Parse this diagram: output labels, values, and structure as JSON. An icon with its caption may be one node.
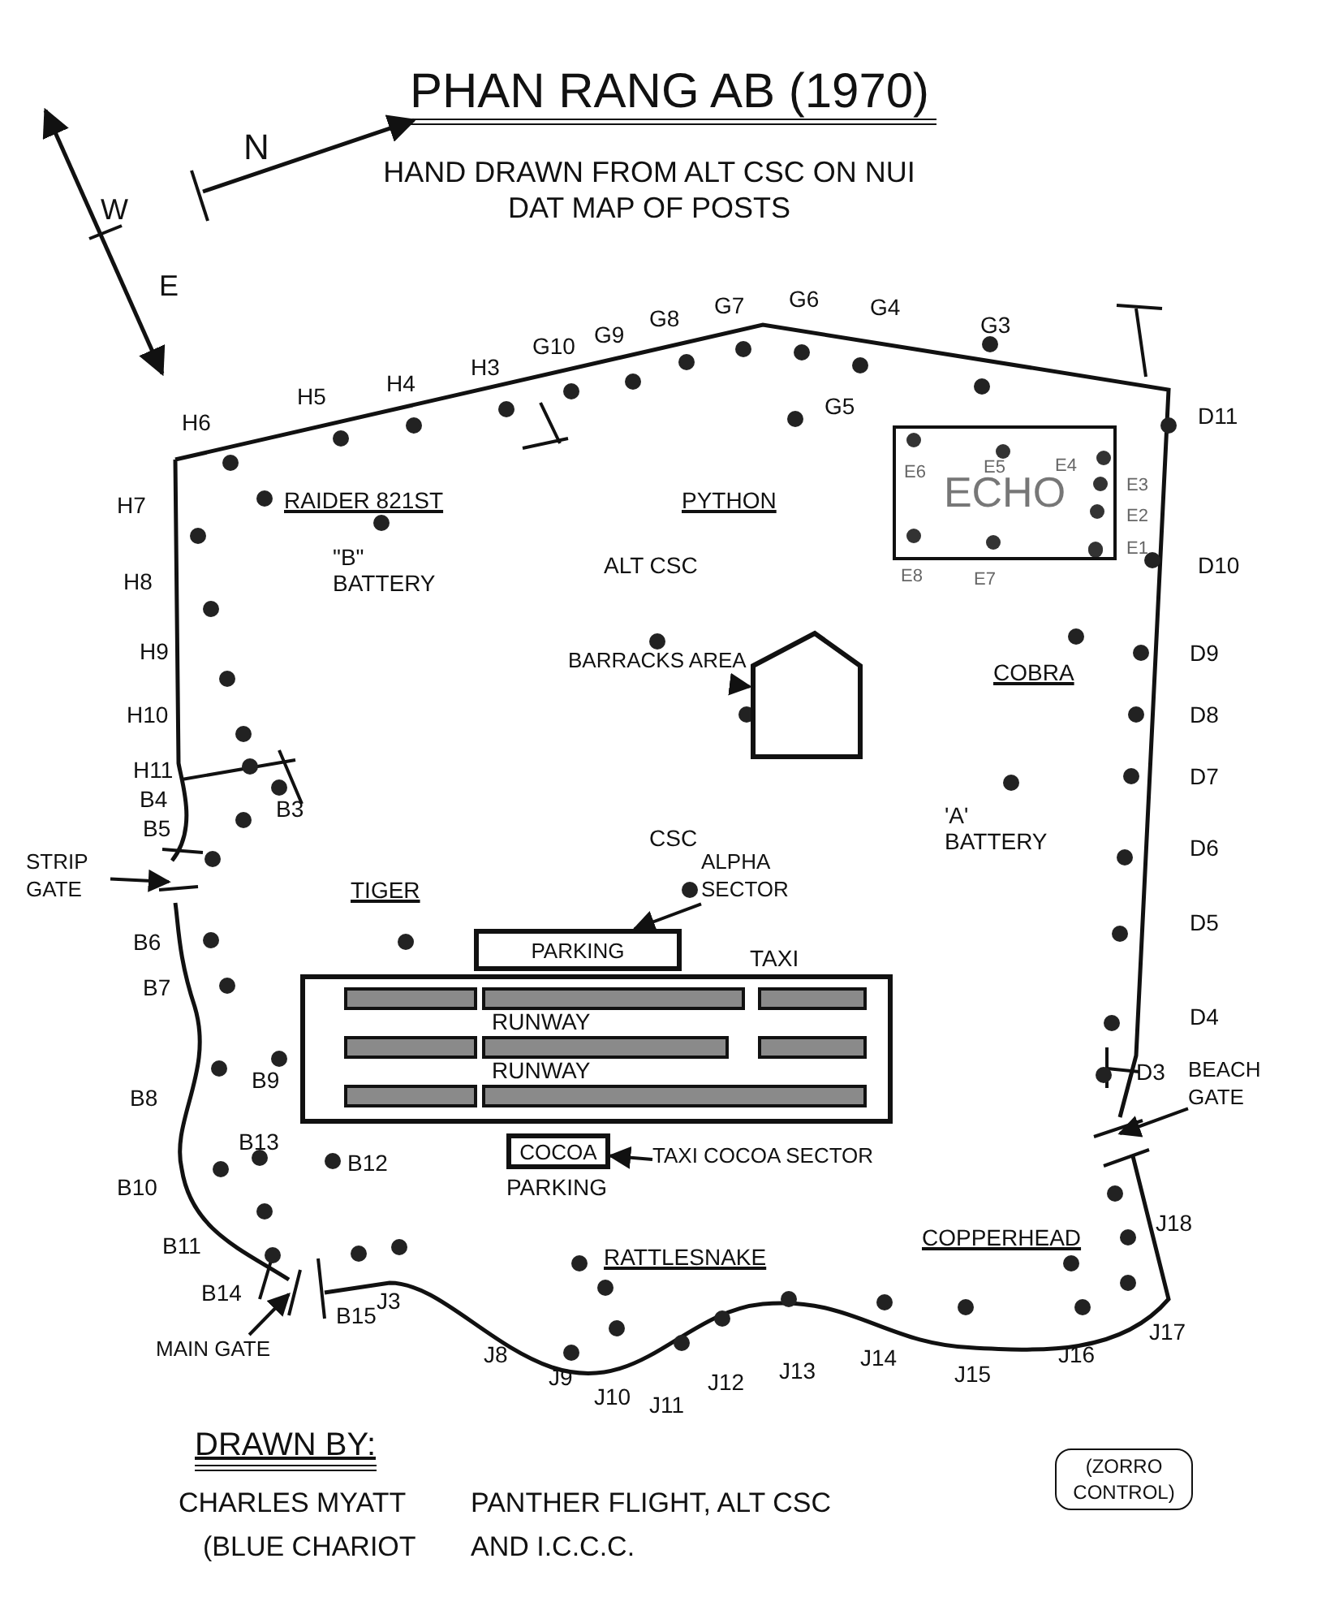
{
  "diagram": {
    "title": "PHAN RANG AB (1970)",
    "nodes": [
      {
        "text": [
          "ECHO"
        ]
      },
      {
        "text": [
          "BARRACKS AREA"
        ]
      },
      {
        "text": [],
        "shape": "house"
      },
      {
        "text": [
          "STRIP GATE"
        ]
      },
      {
        "text": [
          "ALPHA SECTOR"
        ]
      },
      {
        "text": [
          "PARKING"
        ]
      },
      {
        "text": [
          "RUNWAY",
          "RUNWAY"
        ]
      },
      {
        "text": [
          "COCOA"
        ],
        "beside": [
          "PARKING"
        ]
      },
      {
        "text": [
          "TAXI COCOA SECTOR"
        ]
      },
      {
        "text": [
          "BEACH GATE"
        ]
      },
      {
        "text": [
          "MAIN GATE"
        ]
      }
    ],
    "edges": [
      {
        "from": 1,
        "to": 2,
        "arrow": "to"
      },
      {
        "from": 3,
        "to": null,
        "arrow": "to"
      },
      {
        "from": 4,
        "to": 5,
        "arrow": "to"
      },
      {
        "from": 8,
        "to": 7,
        "arrow": "to"
      },
      {
        "from": 9,
        "to": null,
        "arrow": "to"
      },
      {
        "from": 10,
        "to": null,
        "arrow": "to"
      }
    ],
    "labels": [
      "HAND DRAWN FROM ALT CSC ON NUI DAT MAP OF POSTS",
      "W",
      "N",
      "E",
      "H6",
      "H5",
      "H4",
      "H3",
      "G10",
      "G9",
      "G8",
      "G7",
      "G6",
      "G4",
      "G3",
      "D11",
      "G5",
      "RAIDER 821ST",
      "E6",
      "E5",
      "E4",
      "E3",
      "E2",
      "E1",
      "E8",
      "E7",
      "H7",
      "\"B\" BATTERY",
      "PYTHON",
      "ALT CSC",
      "D10",
      "H8",
      "H9",
      "D9",
      "COBRA",
      "H10",
      "D8",
      "H11",
      "D7",
      "B4",
      "B3",
      "B5",
      "CSC",
      "'A' BATTERY",
      "D6",
      "TIGER",
      "D5",
      "B6",
      "TAXI",
      "B7",
      "D4",
      "B9",
      "D3",
      "B8",
      "B13",
      "B12",
      "B10",
      "B11",
      "RATTLESNAKE",
      "COPPERHEAD",
      "J18",
      "B14",
      "B15",
      "J3",
      "J17",
      "J8",
      "J9",
      "J10",
      "J11",
      "J12",
      "J13",
      "J14",
      "J15",
      "J16",
      "DRAWN BY:",
      "(ZORRO CONTROL)",
      "CHARLES MYATT",
      "PANTHER FLIGHT, ALT CSC",
      "(BLUE CHARIOT",
      "AND I.C.C.C."
    ]
  }
}
